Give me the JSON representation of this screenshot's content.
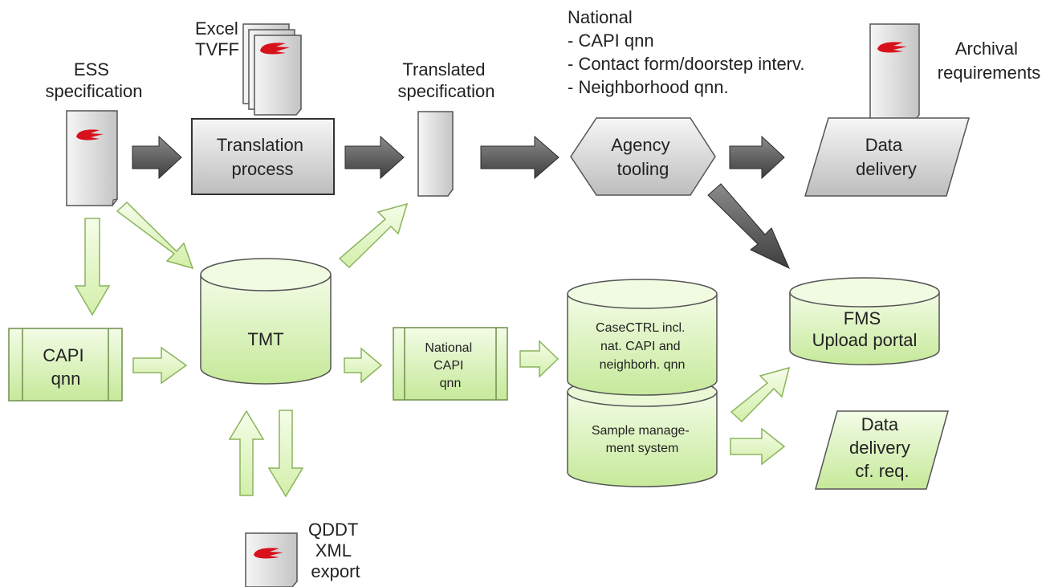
{
  "colors": {
    "gray_light": "#f4f4f4",
    "gray_dark": "#b9b9b9",
    "green_light": "#f1fbe2",
    "green_dark": "#c4e896",
    "green_stroke": "#8bb35d",
    "gray_arrow": "#5a5a5a",
    "logo_red": "#d8121c"
  },
  "labels": {
    "ess_spec": [
      "ESS",
      "specification"
    ],
    "excel_tvff": [
      "Excel",
      "TVFF"
    ],
    "translated_spec": [
      "Translated",
      "specification"
    ],
    "national": [
      "National",
      "- CAPI qnn",
      "- Contact form/doorstep interv.",
      "- Neighborhood qnn."
    ],
    "archival": [
      "Archival",
      "requirements"
    ],
    "qddt": [
      "QDDT",
      "XML",
      "export"
    ]
  },
  "nodes": {
    "translation_process": [
      "Translation",
      "process"
    ],
    "agency_tooling": [
      "Agency",
      "tooling"
    ],
    "data_delivery": [
      "Data",
      "delivery"
    ],
    "tmt": [
      "TMT"
    ],
    "capi": [
      "CAPI",
      "qnn"
    ],
    "national_capi": [
      "National",
      "CAPI",
      "qnn"
    ],
    "casectrl": [
      "CaseCTRL incl.",
      "nat. CAPI and",
      "neighborh. qnn"
    ],
    "sample_mgmt": [
      "Sample manage-",
      "ment system"
    ],
    "fms": [
      "FMS",
      "Upload portal"
    ],
    "data_delivery_cf": [
      "Data",
      "delivery",
      "cf. req."
    ]
  }
}
